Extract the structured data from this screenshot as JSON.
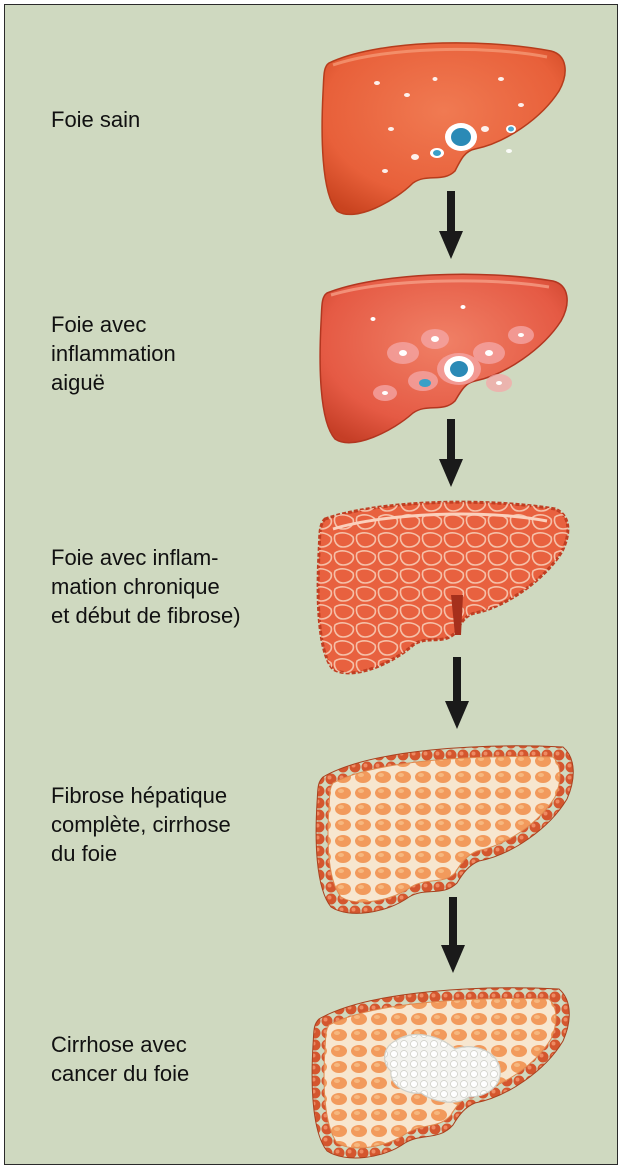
{
  "stages": [
    {
      "label_lines": [
        "Foie sain"
      ]
    },
    {
      "label_lines": [
        "Foie avec",
        "inflammation",
        "aiguë"
      ]
    },
    {
      "label_lines": [
        "Foie avec inflam-",
        "mation chronique",
        "et début de fibrose)"
      ]
    },
    {
      "label_lines": [
        "Fibrose hépatique",
        "complète, cirrhose",
        "du foie"
      ]
    },
    {
      "label_lines": [
        "Cirrhose avec",
        "cancer du foie"
      ]
    }
  ],
  "colors": {
    "background": "#cfd9c0",
    "liver_healthy": "#e8603a",
    "liver_inflamed": "#e55a44",
    "cirrhosis_nodule": "#f29a5c",
    "fibrosis_tissue": "#f7e6cf",
    "tumor": "#f3f3ef",
    "arrow": "#1a1a1a"
  }
}
